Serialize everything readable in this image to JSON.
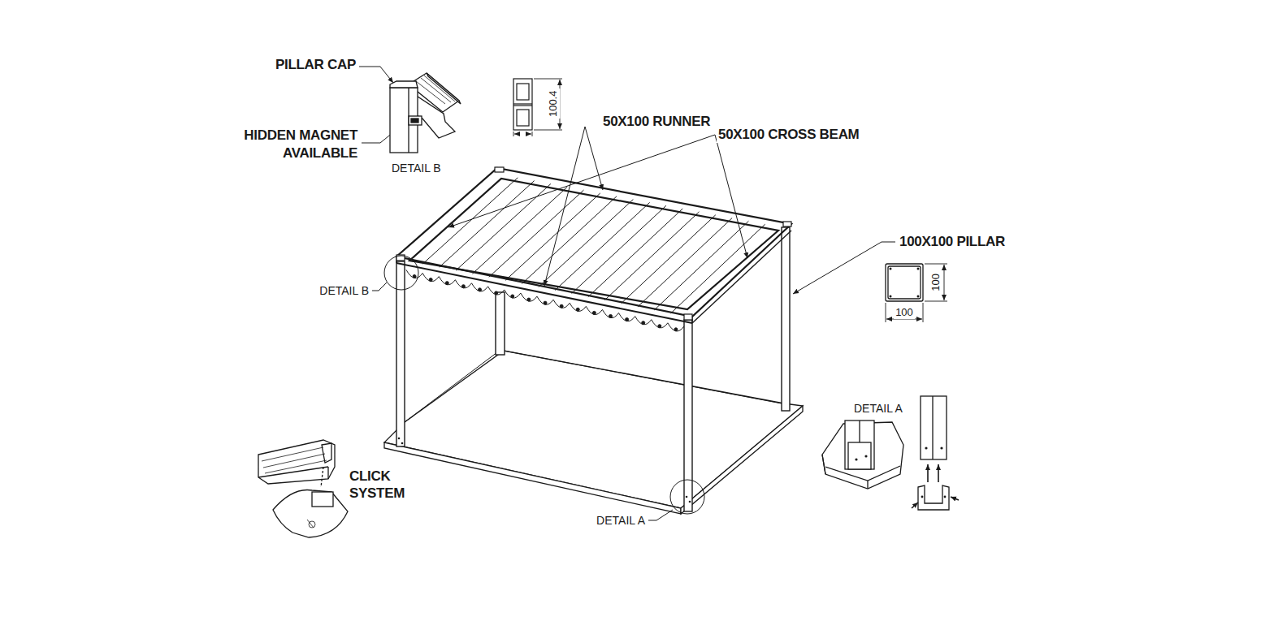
{
  "diagram": {
    "labels": [
      "PILLAR CAP",
      "HIDDEN MAGNET AVAILABLE",
      "DETAIL B",
      "100.4",
      "50X100 RUNNER",
      "50X100 CROSS BEAM",
      "100X100 PILLAR",
      "100",
      "100",
      "DETAIL B",
      "DETAIL A",
      "CLICK SYSTEM",
      "DETAIL A"
    ]
  }
}
